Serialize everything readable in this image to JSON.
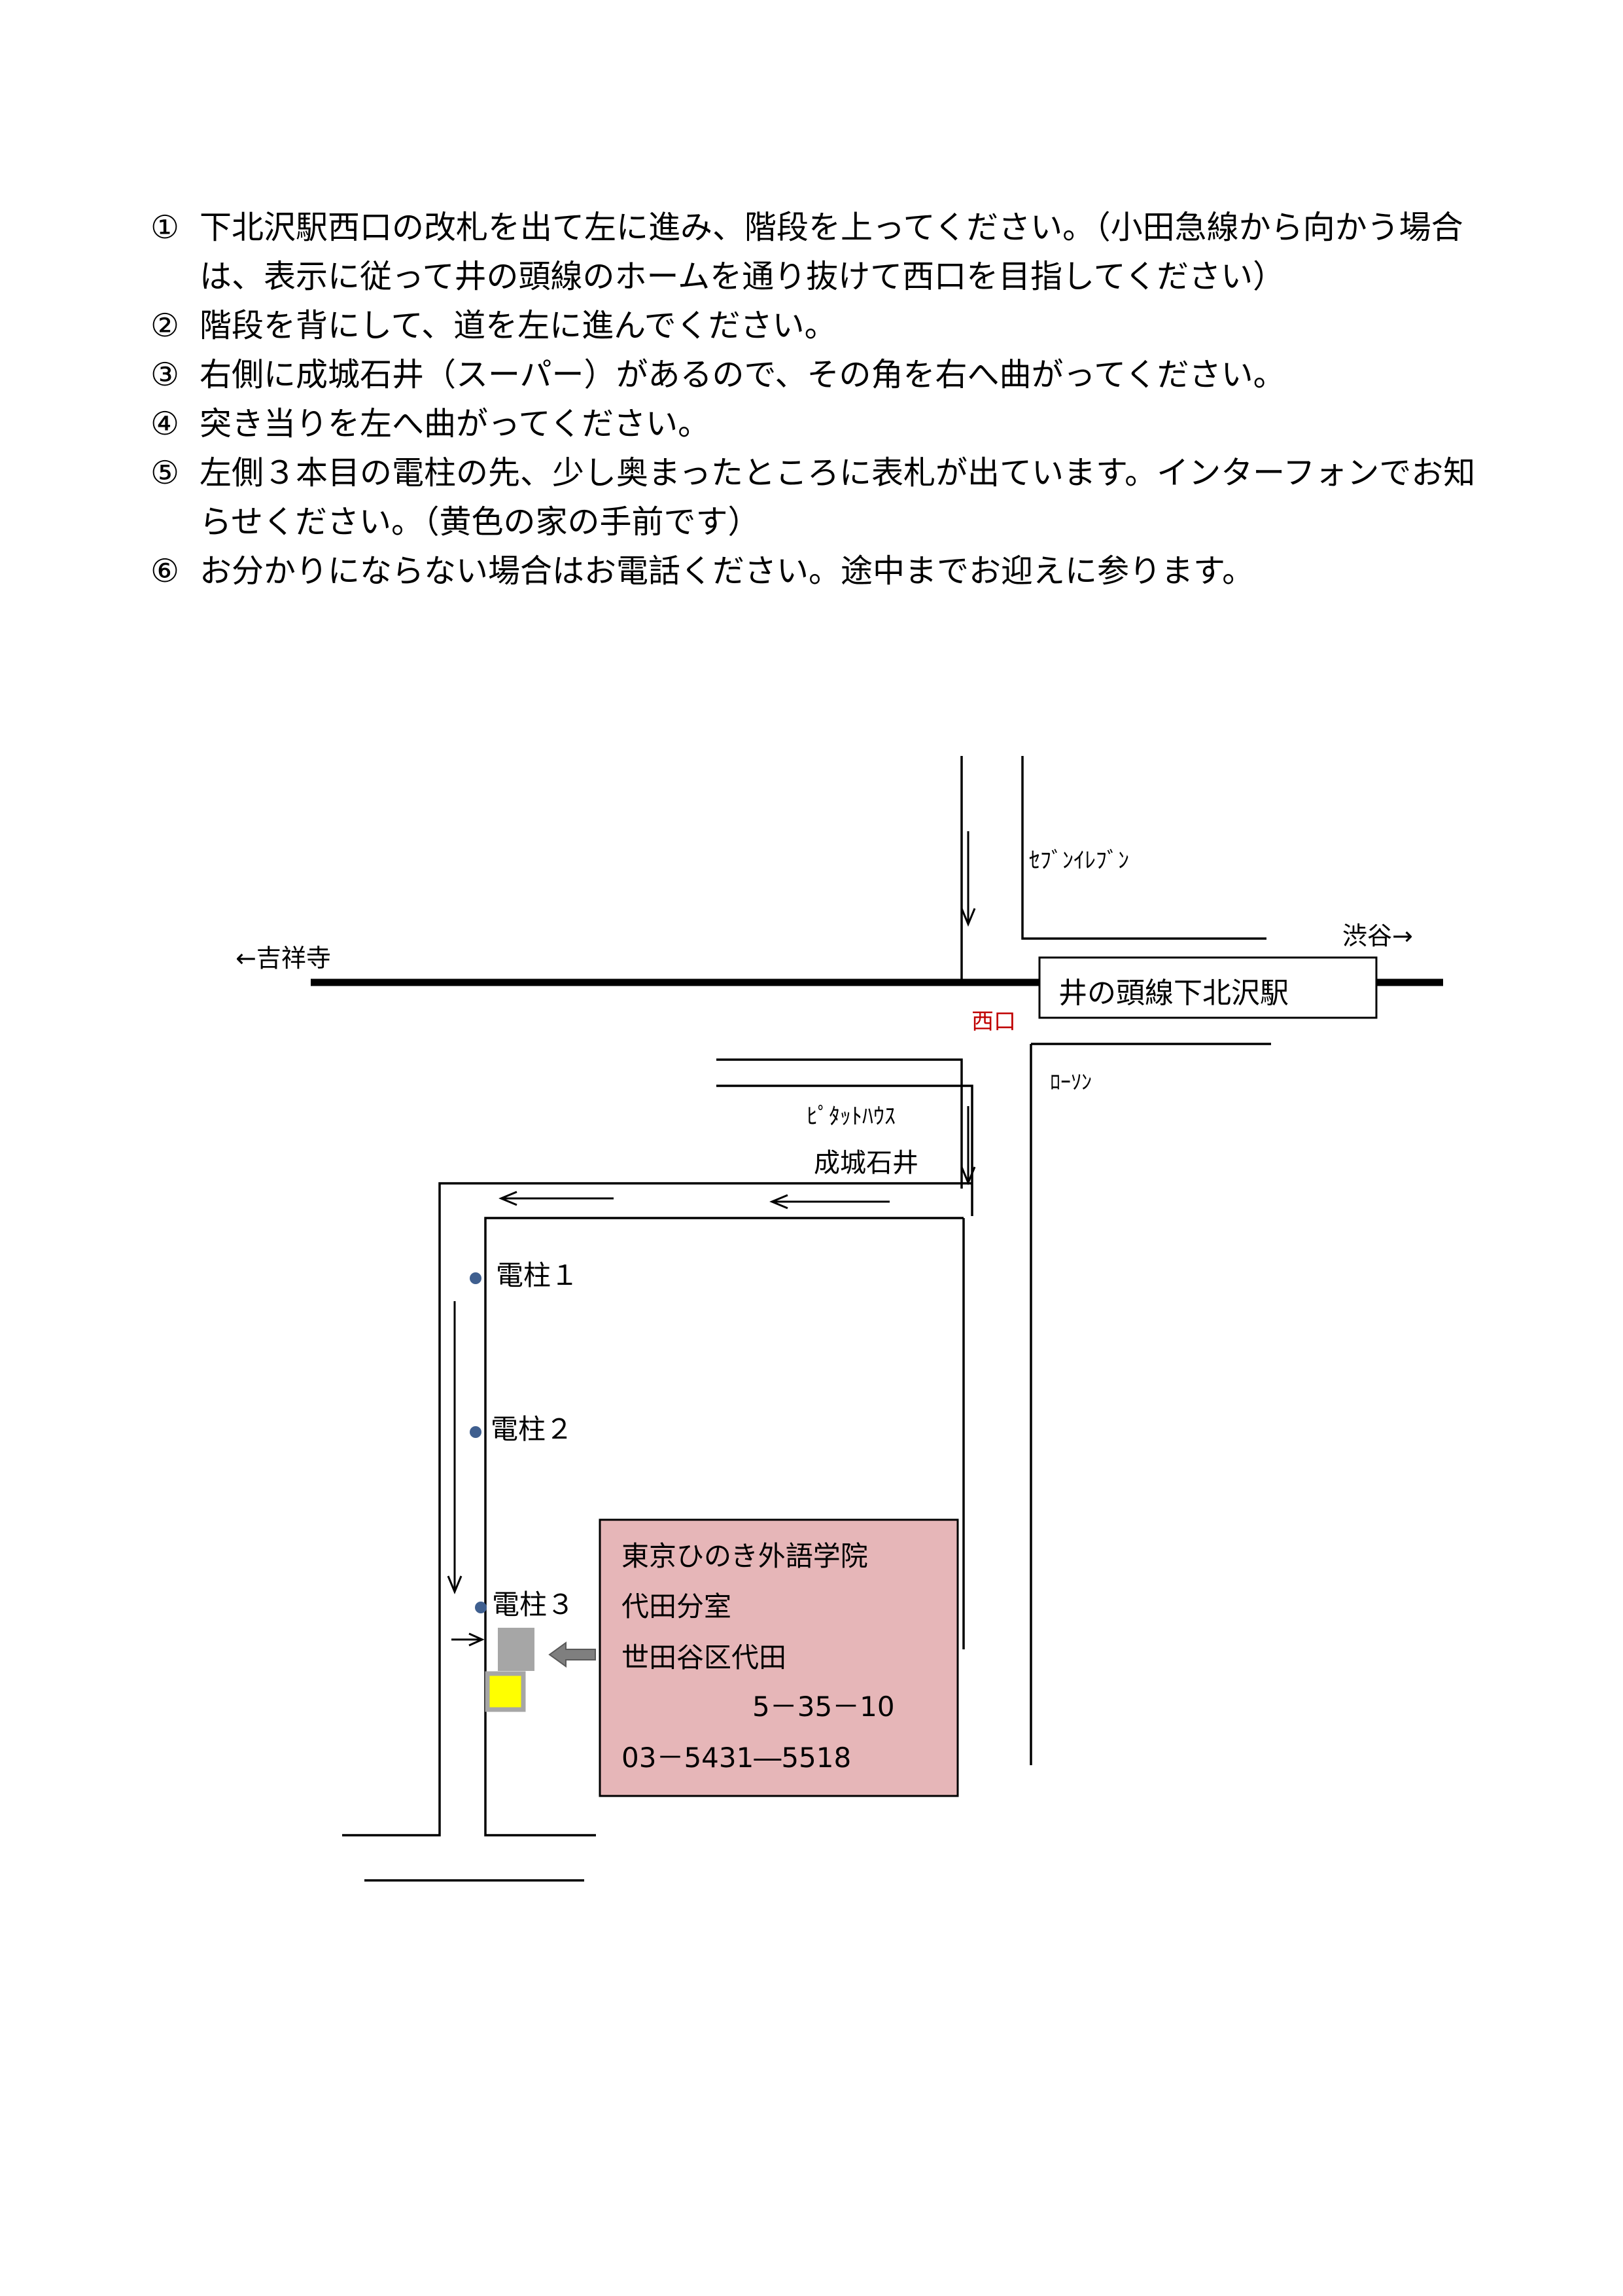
{
  "directions": [
    {
      "num": "①",
      "text": "下北沢駅西口の改札を出て左に進み、階段を上ってください。（小田急線から向かう場合は、表示に従って井の頭線のホームを通り抜けて西口を目指してください）"
    },
    {
      "num": "②",
      "text": "階段を背にして、道を左に進んでください。"
    },
    {
      "num": "③",
      "text": "右側に成城石井（スーパー）があるので、その角を右へ曲がってください。"
    },
    {
      "num": "④",
      "text": "突き当りを左へ曲がってください。"
    },
    {
      "num": "⑤",
      "text": "左側３本目の電柱の先、少し奥まったところに表札が出ています。インターフォンでお知らせください。（黄色の家の手前です）"
    },
    {
      "num": "⑥",
      "text": "お分かりにならない場合はお電話ください。途中までお迎えに参ります。"
    }
  ],
  "map": {
    "labels": {
      "seven_eleven": "ｾﾌﾞﾝｲﾚﾌﾞﾝ",
      "kichijoji": "←吉祥寺",
      "shibuya": "渋谷→",
      "station": "井の頭線下北沢駅",
      "west_exit": "西口",
      "lawson": "ﾛｰｿﾝ",
      "pitat_house": "ﾋﾟﾀｯﾄﾊｳｽ",
      "seijo_ishii": "成城石井",
      "pole_1": "電柱１",
      "pole_2": "電柱２",
      "pole_3": "電柱３"
    },
    "info_box": {
      "line1": "東京ひのき外語学院",
      "line2": "代田分室",
      "line3": "世田谷区代田",
      "line4": "5－35－10",
      "line5": "03－5431―5518"
    },
    "colors": {
      "info_box_fill": "#e6b6b8",
      "west_exit_text": "#c00000",
      "house_yellow": "#ffff00",
      "destination_gray": "#a6a6a6",
      "pole_blue": "#3f5f8f"
    }
  }
}
